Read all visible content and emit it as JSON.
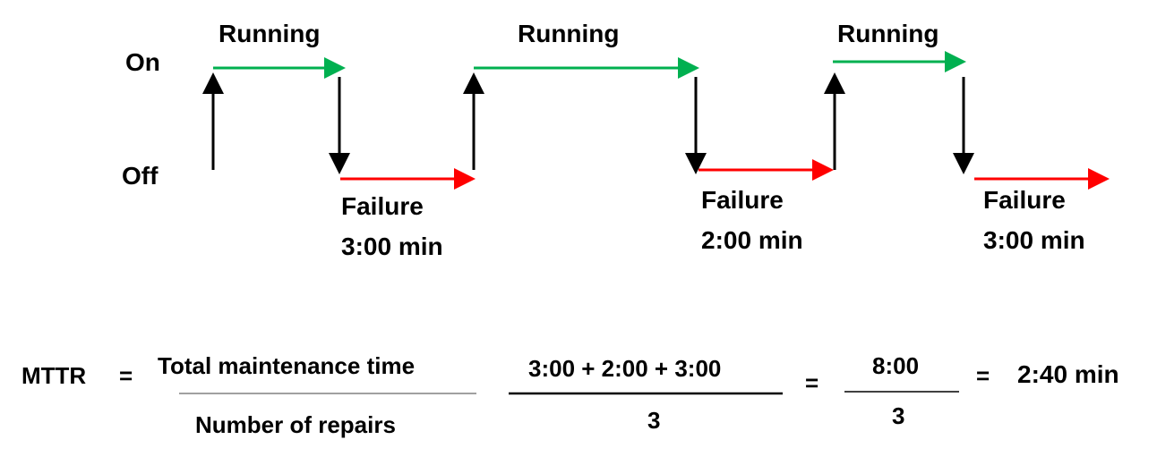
{
  "timeline": {
    "state_on": "On",
    "state_off": "Off",
    "running_label": "Running",
    "failures": [
      {
        "label": "Failure",
        "duration": "3:00 min"
      },
      {
        "label": "Failure",
        "duration": "2:00 min"
      },
      {
        "label": "Failure",
        "duration": "3:00 min"
      }
    ],
    "colors": {
      "running": "#00b050",
      "failure": "#ff0000",
      "transition": "#000000"
    }
  },
  "formula": {
    "lhs": "MTTR",
    "eq1": "=",
    "numerator_text": "Total maintenance time",
    "denominator_text": "Number of repairs",
    "numerator_values": "3:00 + 2:00 + 3:00",
    "denominator_values": "3",
    "eq2": "=",
    "numerator_sum": "8:00",
    "denominator_sum": "3",
    "eq3": "=",
    "result": "2:40 min"
  }
}
